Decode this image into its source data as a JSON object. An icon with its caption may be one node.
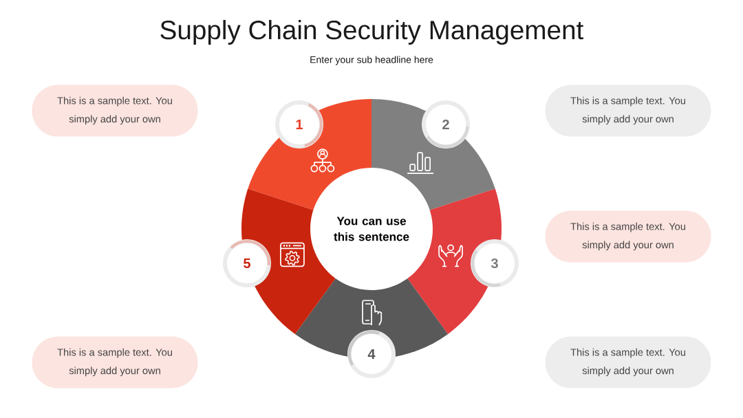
{
  "diagram": {
    "title": "Supply Chain Security Management",
    "nodes": [
      {
        "text": [
          "This is a sample text. You simply add your own"
        ]
      },
      {
        "text": [
          "This is a sample text. You simply add your own"
        ]
      },
      {
        "text": [
          "1"
        ]
      },
      {
        "text": [
          "2"
        ]
      },
      {
        "text": [
          "You can use this sentence"
        ]
      },
      {
        "text": [
          "This is a sample text. You simply add your own"
        ]
      },
      {
        "text": [
          "5"
        ]
      },
      {
        "text": [
          "3"
        ]
      },
      {
        "text": [
          "4"
        ]
      },
      {
        "text": [
          "This is a sample text. You simply add your own"
        ]
      },
      {
        "text": [
          "This is a sample text. You simply add your own"
        ]
      }
    ],
    "labels": [
      "Enter your sub headline here"
    ]
  }
}
